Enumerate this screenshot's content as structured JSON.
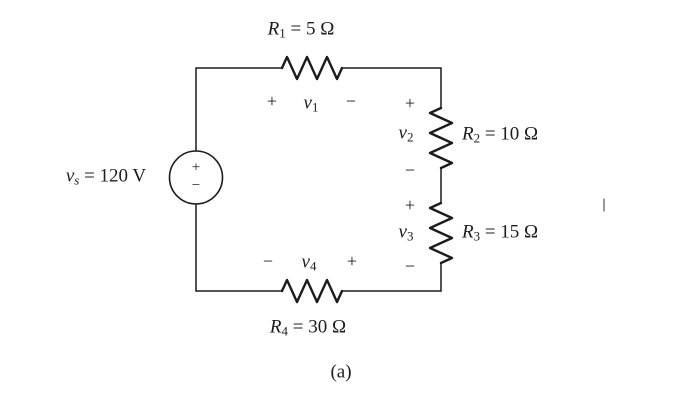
{
  "caption": "(a)",
  "source": {
    "sym": "v",
    "sub": "s",
    "val": " = 120 V",
    "plus": "+",
    "minus": "−"
  },
  "r1": {
    "sym": "R",
    "sub": "1",
    "val": " = 5 Ω"
  },
  "r2": {
    "sym": "R",
    "sub": "2",
    "val": " = 10 Ω"
  },
  "r3": {
    "sym": "R",
    "sub": "3",
    "val": " = 15 Ω"
  },
  "r4": {
    "sym": "R",
    "sub": "4",
    "val": " = 30 Ω"
  },
  "v1": {
    "sym": "v",
    "sub": "1",
    "plus": "+",
    "minus": "−"
  },
  "v2": {
    "sym": "v",
    "sub": "2",
    "plus": "+",
    "minus": "−"
  },
  "v3": {
    "sym": "v",
    "sub": "3",
    "plus": "+",
    "minus": "−"
  },
  "v4": {
    "sym": "v",
    "sub": "4",
    "plus": "+",
    "minus": "−"
  }
}
